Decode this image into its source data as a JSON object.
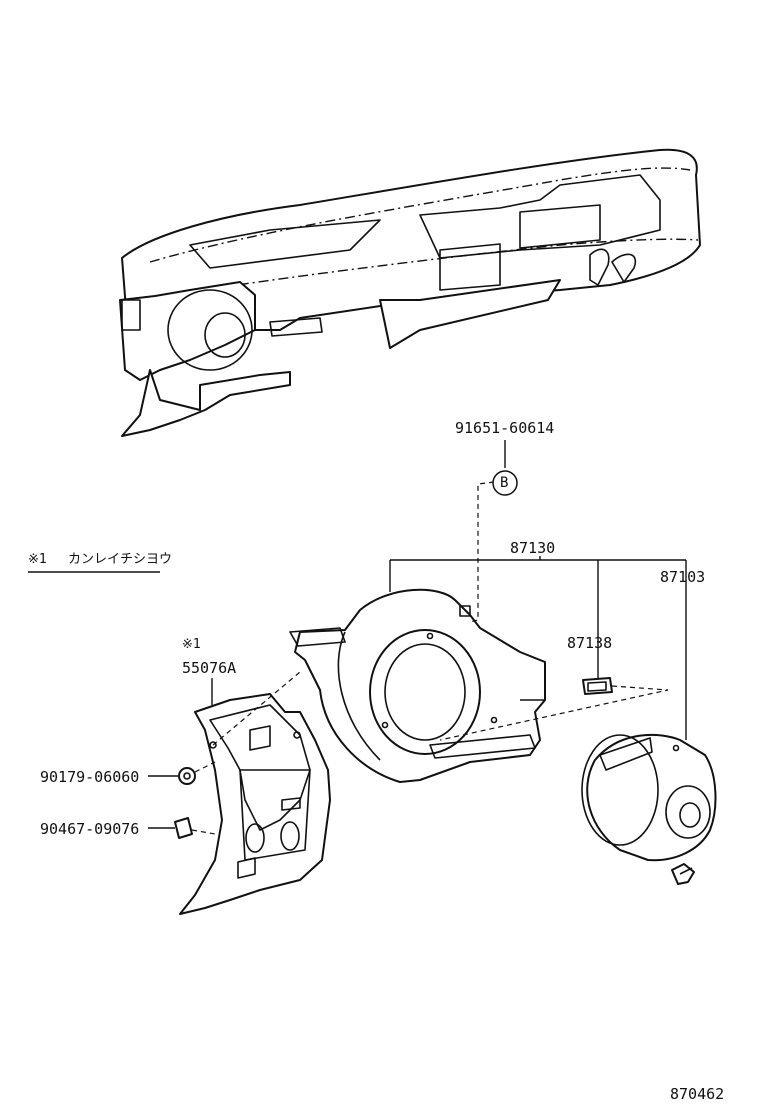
{
  "legend": {
    "symbol": "※1",
    "text": "カンレイチシヨウ"
  },
  "callouts": {
    "bolt_b": "91651-60614",
    "b_marker": "B",
    "blower_assy": "87130",
    "blower_motor": "87103",
    "resistor": "87138",
    "duct_ref": "※1",
    "duct": "55076A",
    "nut": "90179-06060",
    "clip": "90467-09076"
  },
  "diagram_id": "870462"
}
